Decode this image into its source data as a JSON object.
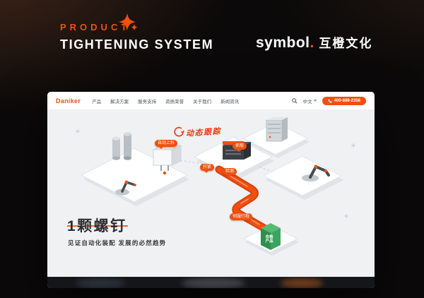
{
  "poster": {
    "eyebrow": "PRODUCT",
    "title": "TIGHTENING SYSTEM",
    "brand_name": "symbol",
    "brand_dot": ".",
    "brand_cn": "互橙文化"
  },
  "site": {
    "logo": "Daniker",
    "nav": [
      "产品",
      "解决方案",
      "服务支持",
      "资质荣誉",
      "关于我们",
      "新闻资讯"
    ],
    "lang": "中文",
    "phone": "400-888-2356",
    "hero": {
      "callout": "动态跟踪",
      "labels": {
        "feed": "自动上料",
        "tighten": "拧紧",
        "grab": "抓取",
        "inspect": "检测",
        "stroke": "伺服行程"
      },
      "product_tag": "合格产品",
      "headline": "1颗螺钉",
      "subline": "见证自动化装配 发展的必然趋势"
    }
  }
}
